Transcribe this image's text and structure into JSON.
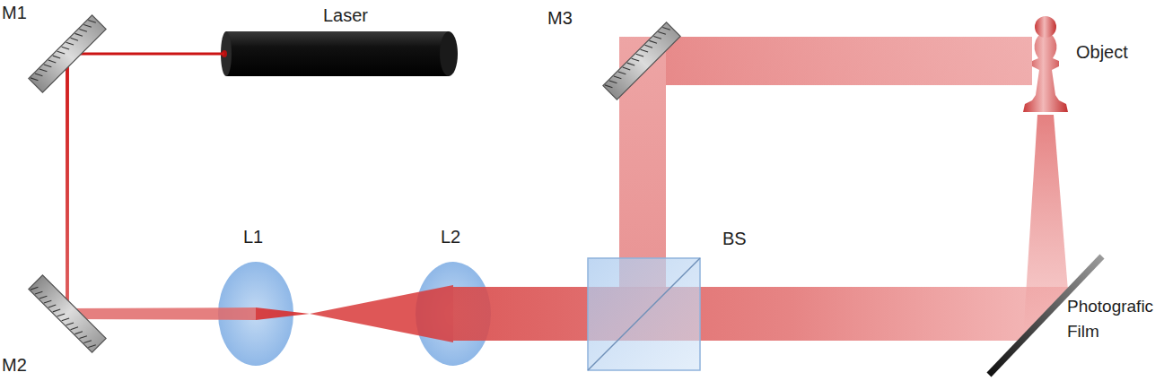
{
  "diagram": {
    "labels": [
      "M1",
      "Laser",
      "M3",
      "Object",
      "L1",
      "L2",
      "BS",
      "M2",
      "Photografic Film"
    ]
  }
}
